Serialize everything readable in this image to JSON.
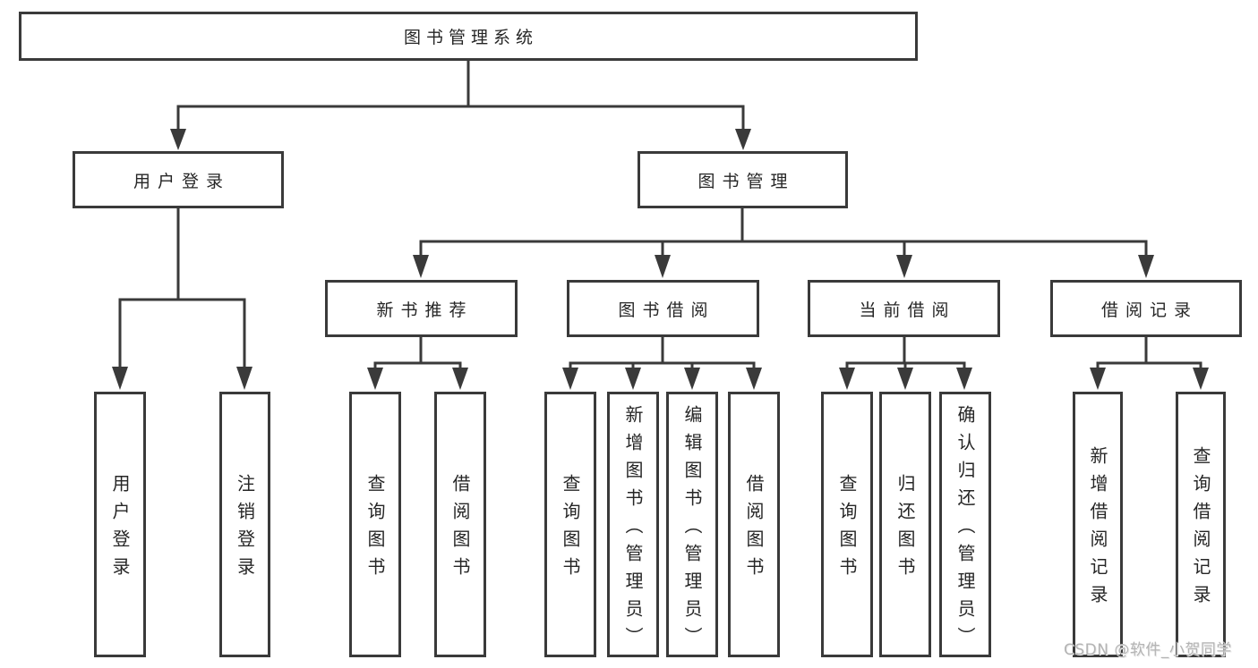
{
  "colors": {
    "background": "#ffffff",
    "line": "#3a3a3a",
    "box_border": "#3a3a3a",
    "text": "#262626",
    "watermark": "#b4b4b4"
  },
  "tree": {
    "label": "图书管理系统",
    "children": [
      {
        "label": "用户登录",
        "children": [
          {
            "label": "用户登录"
          },
          {
            "label": "注销登录"
          }
        ]
      },
      {
        "label": "图书管理",
        "children": [
          {
            "label": "新书推荐",
            "children": [
              {
                "label": "查询图书"
              },
              {
                "label": "借阅图书"
              }
            ]
          },
          {
            "label": "图书借阅",
            "children": [
              {
                "label": "查询图书"
              },
              {
                "label": "新增图书（管理员）"
              },
              {
                "label": "编辑图书（管理员）"
              },
              {
                "label": "借阅图书"
              }
            ]
          },
          {
            "label": "当前借阅",
            "children": [
              {
                "label": "查询图书"
              },
              {
                "label": "归还图书"
              },
              {
                "label": "确认归还（管理员）"
              }
            ]
          },
          {
            "label": "借阅记录",
            "children": [
              {
                "label": "新增借阅记录"
              },
              {
                "label": "查询借阅记录"
              }
            ]
          }
        ]
      }
    ]
  },
  "watermark": {
    "text": "CSDN @软件_小贺同学"
  }
}
